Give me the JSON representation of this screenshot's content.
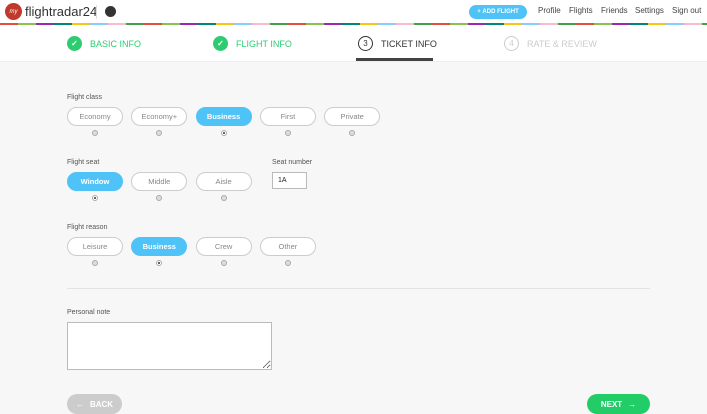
{
  "header": {
    "logo_badge": "my",
    "logo_text": "flightradar24",
    "add_flight": "ADD FLIGHT",
    "nav": [
      "Profile",
      "Flights",
      "Friends",
      "Settings",
      "Sign out"
    ]
  },
  "steps": [
    {
      "num": "✓",
      "label": "BASIC INFO",
      "state": "done"
    },
    {
      "num": "✓",
      "label": "FLIGHT INFO",
      "state": "done"
    },
    {
      "num": "3",
      "label": "TICKET INFO",
      "state": "current"
    },
    {
      "num": "4",
      "label": "RATE & REVIEW",
      "state": "future"
    }
  ],
  "flight_class": {
    "label": "Flight class",
    "options": [
      "Economy",
      "Economy+",
      "Business",
      "First",
      "Private"
    ],
    "selected": "Business"
  },
  "flight_seat": {
    "label": "Flight seat",
    "options": [
      "Window",
      "Middle",
      "Aisle"
    ],
    "selected": "Window"
  },
  "seat_number": {
    "label": "Seat number",
    "value": "1A"
  },
  "flight_reason": {
    "label": "Flight reason",
    "options": [
      "Leisure",
      "Business",
      "Crew",
      "Other"
    ],
    "selected": "Business"
  },
  "personal_note": {
    "label": "Personal note",
    "value": ""
  },
  "buttons": {
    "back": "BACK",
    "next": "NEXT"
  },
  "colors": {
    "accent": "#4fc3f7",
    "success": "#2ecc71",
    "next": "#22cc66"
  }
}
